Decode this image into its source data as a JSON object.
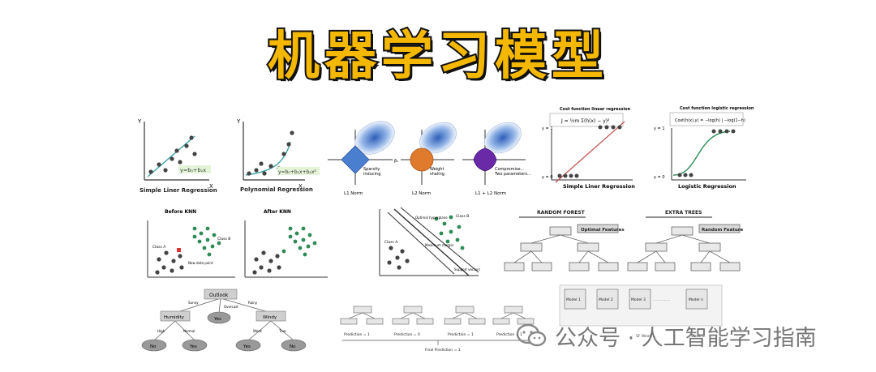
{
  "title": "机器学习模型",
  "panels": {
    "simple_linear": {
      "caption": "Simple Liner Regression",
      "equation": "y=b₀+b₁x",
      "x_axis": "X",
      "y_axis": "Y"
    },
    "polynomial": {
      "caption": "Polynomial Regression",
      "equation": "y=b₀+b₁x+b₂x²",
      "x_axis": "X",
      "y_axis": "Y"
    },
    "regularization": {
      "axis_label": "β₁",
      "items": [
        {
          "label1": "Sparsity",
          "label2": "inducing",
          "norm": "L1 Norm",
          "color": "#4a7fd0"
        },
        {
          "label1": "Weight",
          "label2": "shaling",
          "norm": "L2 Norm",
          "color": "#e07a2c"
        },
        {
          "label1": "Compromise...",
          "label2": "Two parameters...",
          "norm": "L1 + L2 Norm",
          "color": "#6a2aa8"
        }
      ]
    },
    "linear_cost": {
      "header": "Cost function linear regression",
      "caption": "Simple Liner Regression",
      "y1": "y = 1",
      "y0": "y = 0"
    },
    "logistic_cost": {
      "header": "Cost function logistic regression",
      "caption": "Logistic Regression",
      "y1": "y = 1",
      "y0": "y = 0"
    },
    "knn_before": {
      "caption": "Before KNN",
      "class_a": "Class A",
      "class_b": "Class B",
      "new_point": "New data point"
    },
    "knn_after": {
      "caption": "After KNN"
    },
    "svm": {
      "class_a": "Class A",
      "class_b": "Class B",
      "optimal": "Optimal hyperplane",
      "max_margin": "Maximum margin",
      "support": "Support vectors"
    },
    "random_forest": {
      "caption": "RANDOM FOREST",
      "callout": "Optimal Features"
    },
    "extra_trees": {
      "caption": "EXTRA TREES",
      "callout": "Random Feature"
    },
    "decision_tree": {
      "root": "Outlook",
      "left": "Humidity",
      "mid": "Yes",
      "right": "Windy",
      "edge_left": "Sunny",
      "edge_mid": "Overcast",
      "edge_right": "Rainy",
      "leaf1": "No",
      "leaf2": "Yes",
      "leaf3": "Yes",
      "leaf4": "No",
      "e1": "High",
      "e2": "Normal",
      "e3": "Weak",
      "e4": "True"
    },
    "ensemble": {
      "p1": "Prediction = 1",
      "p2": "Prediction = 0",
      "p3": "Prediction = 1",
      "p4": "Prediction = 1",
      "final": "Final Prediction = 1"
    },
    "stacking": {
      "m1": "Model 1",
      "m2": "Model 2",
      "m3": "Model 3",
      "mn": "Model n",
      "dots": "..............",
      "c1": "Weak L.",
      "c2": "SF Weak L."
    }
  },
  "watermark": "公众号 · 人工智能学习指南",
  "colors": {
    "title_fill": "#f5b800",
    "title_stroke": "#111111",
    "accent_green": "#2e8b57",
    "regression_line": "#3aa0a0"
  }
}
